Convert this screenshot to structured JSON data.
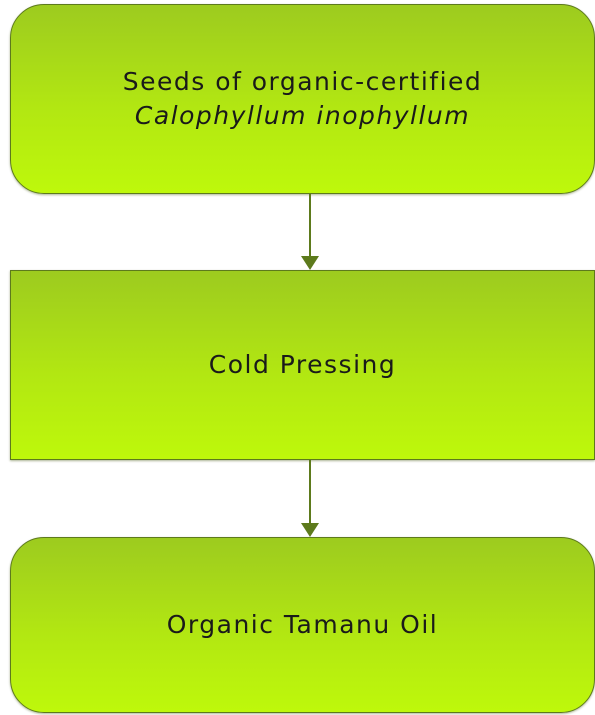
{
  "diagram": {
    "nodes": [
      {
        "id": "seeds",
        "line1": "Seeds of organic-certified",
        "line2": "Calophyllum inophyllum"
      },
      {
        "id": "pressing",
        "label": "Cold Pressing"
      },
      {
        "id": "oil",
        "label": "Organic Tamanu Oil"
      }
    ],
    "edges": [
      {
        "from": "seeds",
        "to": "pressing"
      },
      {
        "from": "pressing",
        "to": "oil"
      }
    ],
    "colors": {
      "box_fill_top": "#9dcb1f",
      "box_fill_bottom": "#bef80b",
      "border_and_arrow": "#5d7a1c",
      "text": "#1a1a1a"
    }
  }
}
